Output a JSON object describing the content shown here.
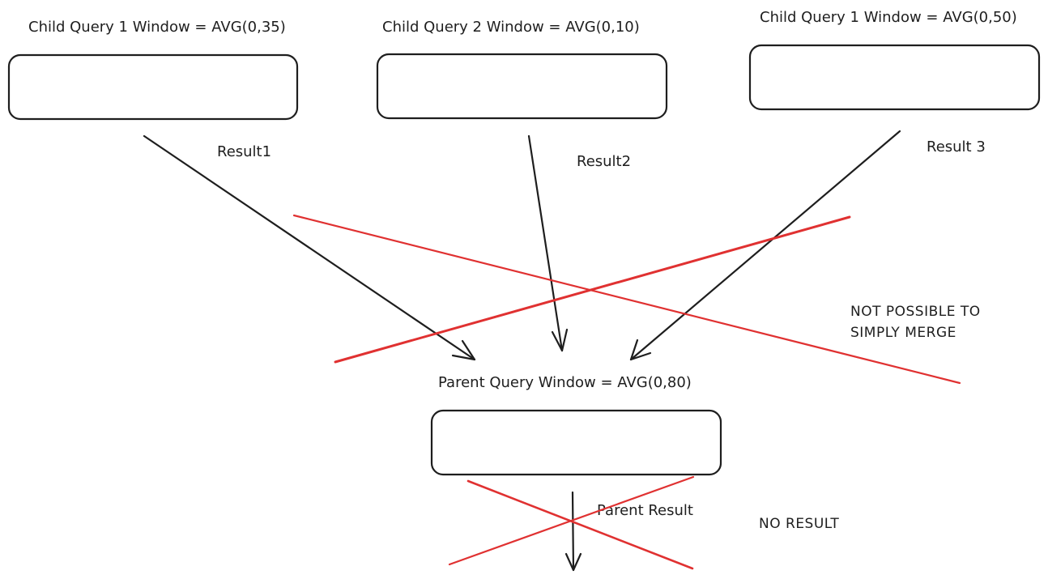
{
  "child_queries": [
    {
      "title": "Child Query 1 Window = AVG(0,35)",
      "result_label": "Result1"
    },
    {
      "title": "Child Query 2 Window = AVG(0,10)",
      "result_label": "Result2"
    },
    {
      "title": "Child Query 1 Window = AVG(0,50)",
      "result_label": "Result 3"
    }
  ],
  "parent_query": {
    "title": "Parent Query Window = AVG(0,80)",
    "result_label": "Parent Result"
  },
  "annotations": {
    "merge_note_line1": "NOT POSSIBLE TO",
    "merge_note_line2": "SIMPLY MERGE",
    "no_result": "NO RESULT"
  },
  "colors": {
    "stroke": "#1e1e1e",
    "cross_out": "#e03131",
    "background": "#ffffff"
  }
}
